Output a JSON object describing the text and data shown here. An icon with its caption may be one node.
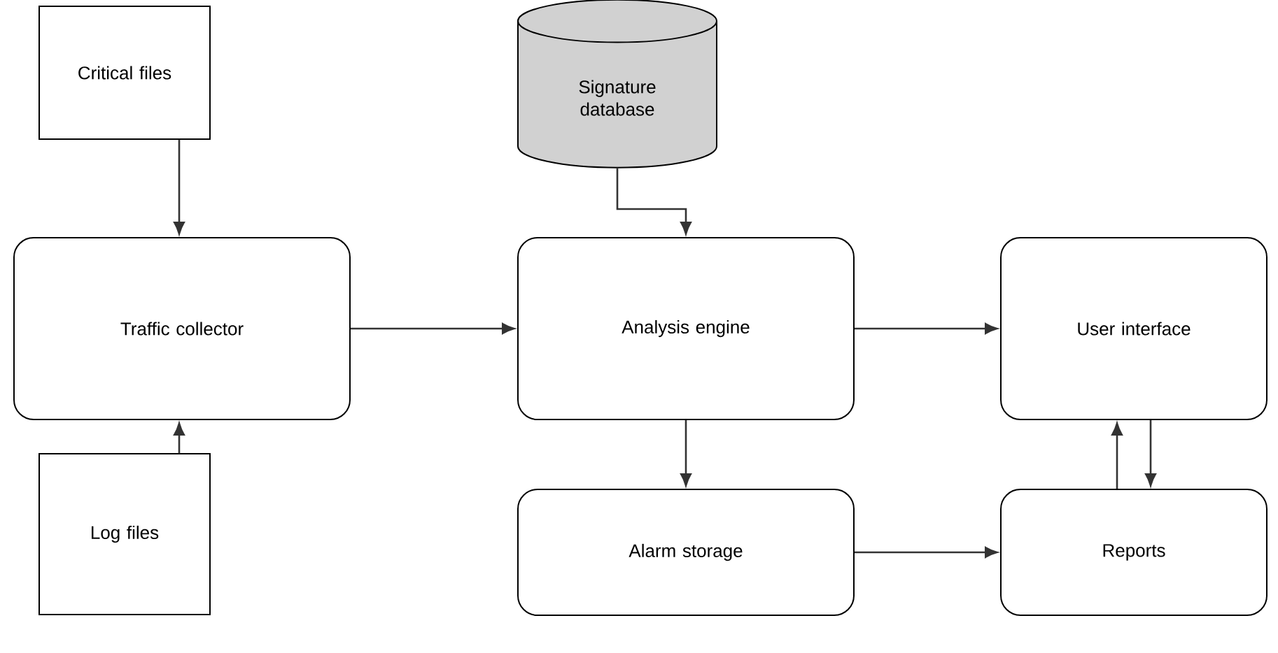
{
  "diagram": {
    "nodes": [
      {
        "text": [
          "Critical files"
        ]
      },
      {
        "text": [
          "Signature database"
        ]
      },
      {
        "text": [
          "Traffic collector"
        ]
      },
      {
        "text": [
          "Analysis engine"
        ]
      },
      {
        "text": [
          "User interface"
        ]
      },
      {
        "text": [
          "Log files"
        ]
      },
      {
        "text": [
          "Alarm storage"
        ]
      },
      {
        "text": [
          "Reports"
        ]
      }
    ],
    "edges": [
      {
        "from": 0,
        "to": 2,
        "arrow": "to"
      },
      {
        "from": 5,
        "to": 2,
        "arrow": "to"
      },
      {
        "from": 1,
        "to": 3,
        "arrow": "to"
      },
      {
        "from": 2,
        "to": 3,
        "arrow": "to"
      },
      {
        "from": 3,
        "to": 4,
        "arrow": "to"
      },
      {
        "from": 3,
        "to": 6,
        "arrow": "to"
      },
      {
        "from": 6,
        "to": 7,
        "arrow": "to"
      },
      {
        "from": 7,
        "to": 4,
        "arrow": "to"
      },
      {
        "from": 4,
        "to": 7,
        "arrow": "to"
      }
    ]
  }
}
